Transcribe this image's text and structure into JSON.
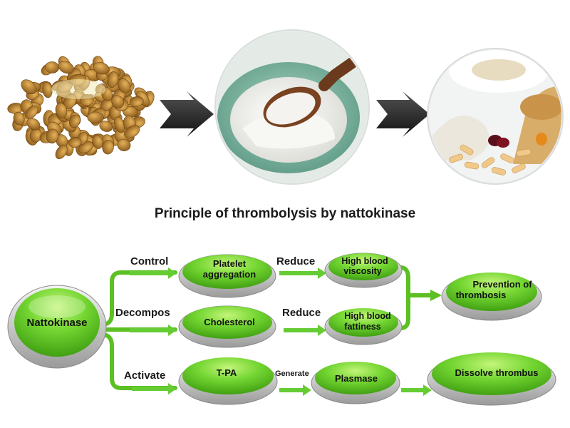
{
  "title": "Principle of thrombolysis by nattokinase",
  "nodes": {
    "nattokinase": "Nattokinase",
    "platelet_1": "Platelet",
    "platelet_2": "aggregation",
    "viscosity_1": "High blood",
    "viscosity_2": "viscosity",
    "prevention_1": "Prevention of",
    "prevention_2": "thrombosis",
    "cholesterol": "Cholesterol",
    "fattiness_1": "High blood",
    "fattiness_2": "fattiness",
    "tpa": "T-PA",
    "plasmase": "Plasmase",
    "dissolve": "Dissolve thrombus"
  },
  "edges": {
    "control": "Control",
    "reduce_top": "Reduce",
    "decompos": "Decompos",
    "reduce_mid": "Reduce",
    "activate": "Activate",
    "generate": "Generate"
  },
  "images": {
    "beans": "natto-beans-photo",
    "powder": "nattokinase-powder-photo",
    "products": "supplement-products-photo"
  },
  "colors": {
    "node_green": "#4cbf16",
    "node_light": "#a8ee5a",
    "arrow_green": "#66cc33",
    "bracket_green": "#3f9a1e"
  }
}
